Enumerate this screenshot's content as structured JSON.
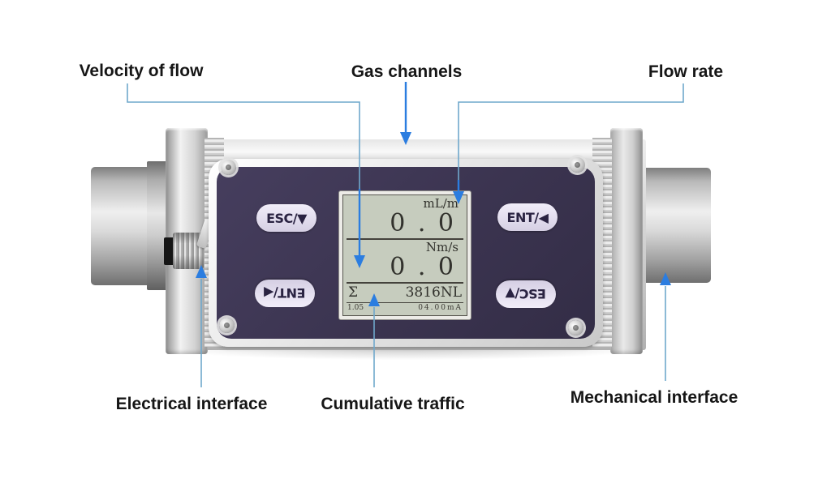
{
  "annotations": {
    "velocity_of_flow": "Velocity of flow",
    "gas_channels": "Gas channels",
    "flow_rate": "Flow rate",
    "electrical_interface": "Electrical interface",
    "cumulative_traffic": "Cumulative traffic",
    "mechanical_interface": "Mechanical interface"
  },
  "device": {
    "buttons": {
      "top_left": "ESC/▼",
      "bottom_left": "ENT/◀",
      "top_right": "ENT/◀",
      "bottom_right": "ESC/▼"
    },
    "display": {
      "channel1_unit": "mL/m",
      "channel1_value": "0 . 0",
      "channel2_unit": "Nm/s",
      "channel2_value": "0 . 0",
      "total_symbol": "Σ",
      "total_value": "3816NL",
      "bottom_left": "1.05",
      "bottom_right": "04.00mA"
    }
  },
  "colors": {
    "callout_line": "#6fa8cc",
    "callout_arrow": "#2b7de0",
    "faceplate_purple": "#3b3450",
    "lcd_background": "#c6ccbe",
    "button_fill": "#e6e1ef",
    "label_text": "#161616"
  }
}
